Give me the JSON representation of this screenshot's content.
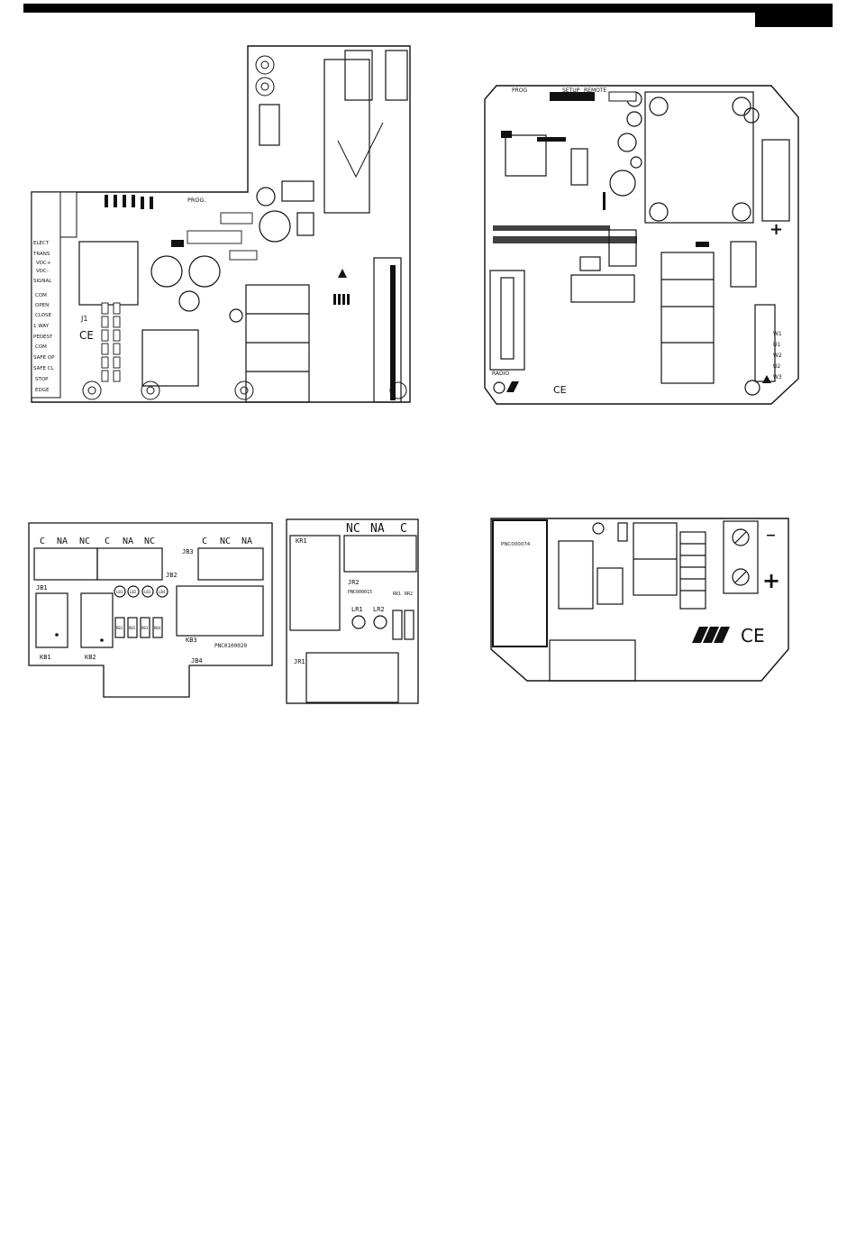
{
  "board1": {
    "terminals": [
      "ELECT",
      "TRANS",
      "VDC+",
      "VDC-",
      "SIGNAL",
      "COM",
      "OPEN",
      "CLOSE",
      "1 WAY",
      "PEDEST",
      "COM",
      "SAFE OP",
      "SAFE CL",
      "STOP",
      "EDGE"
    ],
    "prog_label": "PROG.",
    "ce_mark": "CE",
    "j1_label": "J1"
  },
  "board2": {
    "labels_top": [
      "PROG",
      "SETUP",
      "REMOTE"
    ],
    "plus_sign": "+",
    "ce_mark": "CE",
    "side_labels": [
      "W1",
      "U1",
      "W2",
      "U2",
      "W3"
    ],
    "radio_label": "RADIO"
  },
  "board3": {
    "header_left": [
      "C",
      "NA",
      "NC",
      "C",
      "NA",
      "NC"
    ],
    "header_right": [
      "C",
      "NC",
      "NA"
    ],
    "connectors": [
      "JB1",
      "JB2",
      "JB3",
      "JB4"
    ],
    "relays": [
      "KB1",
      "KB2",
      "KB3"
    ],
    "leds": [
      "LB1",
      "LB2",
      "LB3",
      "LB4"
    ],
    "resistors": [
      "RB1",
      "RB2",
      "RB3",
      "RB4"
    ],
    "code": "PNC0100020"
  },
  "board4": {
    "header": [
      "NC",
      "NA",
      "C"
    ],
    "relay": "KR1",
    "connectors": [
      "JR2",
      "JR1"
    ],
    "code": "PNC000015",
    "leds": [
      "LR1",
      "LR2"
    ],
    "resistors": [
      "RR1",
      "RR2"
    ]
  },
  "board5": {
    "code": "PNC000074",
    "minus_sign": "–",
    "plus_sign": "+",
    "ce_mark": "CE"
  }
}
